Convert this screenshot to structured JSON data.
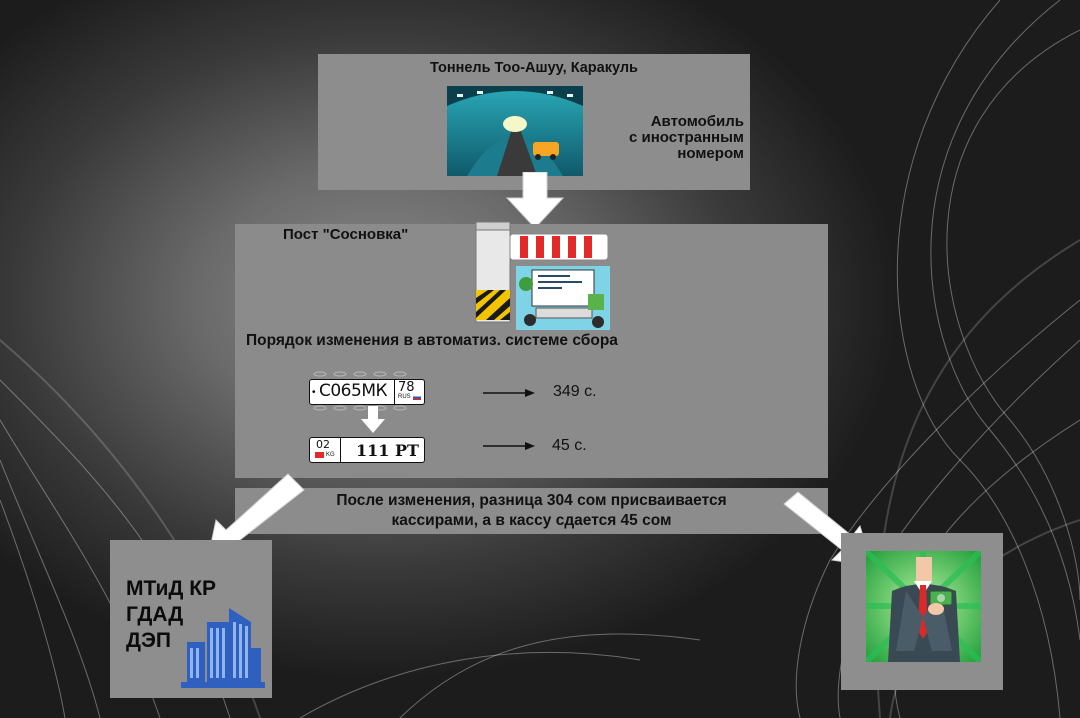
{
  "tunnel": {
    "title": "Тоннель Тоо-Ашуу, Каракуль",
    "car_label": "Автомобиль\nс иностранным\nномером"
  },
  "post": {
    "title": "Пост \"Сосновка\"",
    "order_title": "Порядок изменения в автоматиз. системе сбора",
    "plate_ru": {
      "text": "С065МК",
      "region": "78",
      "country": "RUS"
    },
    "plate_kg": {
      "region": "02",
      "country": "KG",
      "text": "111 PT"
    },
    "price_1": "349 с.",
    "price_2": "45 с."
  },
  "after": {
    "text": "После изменения, разница 304 сом присваивается\nкассирами, а в кассу сдается 45 сом"
  },
  "left_box": {
    "line1": "МТиД КР",
    "line2": "ГДАД",
    "line3": "ДЭП"
  },
  "colors": {
    "box_gray": "#8d8d8d",
    "building_blue": "#2f5fbf",
    "barrier_red": "#e22a2a",
    "arrow_white": "#ffffff"
  }
}
